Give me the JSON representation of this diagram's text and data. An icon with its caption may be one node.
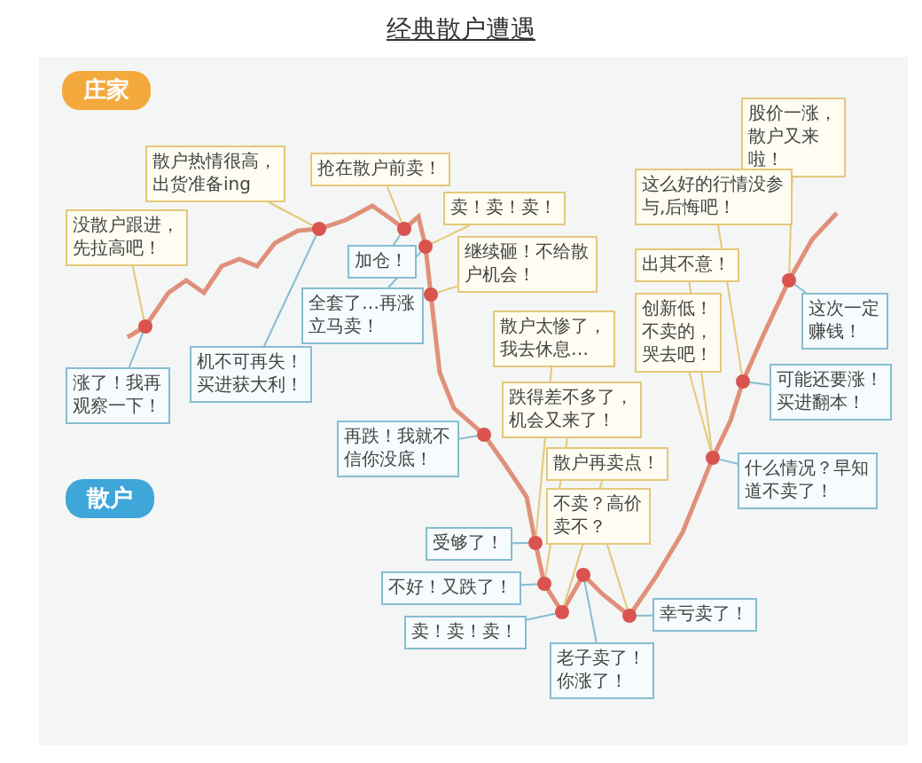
{
  "diagram": {
    "title": "经典散户遭遇",
    "nodes": [
      {
        "text": [
          "庄家"
        ]
      },
      {
        "text": [
          "股价一涨，散户又来啦！"
        ]
      },
      {
        "text": [
          "散户热情很高，出货准备ing"
        ]
      },
      {
        "text": [
          "抢在散户前卖！"
        ]
      },
      {
        "text": [
          "这么好的行情没参与,后悔吧！"
        ]
      },
      {
        "text": [
          "卖！卖！卖！"
        ]
      },
      {
        "text": [
          "没散户跟进，先拉高吧！"
        ]
      },
      {
        "text": [
          "继续砸！不给散户机会！"
        ]
      },
      {
        "text": [
          "加仓！"
        ]
      },
      {
        "text": [
          "出其不意！"
        ]
      },
      {
        "text": [
          "全套了…再涨立马卖！"
        ]
      },
      {
        "text": [
          "这次一定赚钱！"
        ]
      },
      {
        "text": [
          "创新低！不卖的，哭去吧！"
        ]
      },
      {
        "text": [
          "散户太惨了，我去休息…"
        ]
      },
      {
        "text": [
          "机不可再失！买进获大利！"
        ]
      },
      {
        "text": [
          "可能还要涨！买进翻本！"
        ]
      },
      {
        "text": [
          "涨了！我再观察一下！"
        ]
      },
      {
        "text": [
          "跌得差不多了，机会又来了！"
        ]
      },
      {
        "text": [
          "再跌！我就不信你没底！"
        ]
      },
      {
        "text": [
          "散户再卖点！"
        ]
      },
      {
        "text": [
          "什么情况？早知道不卖了！"
        ]
      },
      {
        "text": [
          "散户"
        ]
      },
      {
        "text": [
          "不卖？高价卖不？"
        ]
      },
      {
        "text": [
          "受够了！"
        ]
      },
      {
        "text": [
          "不好！又跌了！"
        ]
      },
      {
        "text": [
          "幸亏卖了！"
        ]
      },
      {
        "text": [
          "卖！卖！卖！"
        ]
      },
      {
        "text": [
          "老子卖了！你涨了！"
        ]
      },
      {
        "text": [],
        "shape": "circle"
      },
      {
        "text": [],
        "shape": "circle"
      },
      {
        "text": [],
        "shape": "circle"
      },
      {
        "text": [],
        "shape": "circle"
      },
      {
        "text": [],
        "shape": "circle"
      },
      {
        "text": [],
        "shape": "circle"
      },
      {
        "text": [],
        "shape": "circle"
      },
      {
        "text": [],
        "shape": "circle"
      },
      {
        "text": [],
        "shape": "circle"
      },
      {
        "text": [],
        "shape": "circle"
      },
      {
        "text": [],
        "shape": "circle"
      },
      {
        "text": [],
        "shape": "circle"
      },
      {
        "text": [],
        "shape": "circle"
      },
      {
        "text": [],
        "shape": "circle"
      }
    ],
    "edges": [
      {
        "from": 1,
        "to": 41,
        "arrow": "none"
      },
      {
        "from": 2,
        "to": 29,
        "arrow": "none"
      },
      {
        "from": 3,
        "to": 30,
        "arrow": "none"
      },
      {
        "from": 4,
        "to": 40,
        "arrow": "none"
      },
      {
        "from": 5,
        "to": 31,
        "arrow": "none"
      },
      {
        "from": 6,
        "to": 28,
        "arrow": "none"
      },
      {
        "from": 7,
        "to": 32,
        "arrow": "none"
      },
      {
        "from": 8,
        "to": 30,
        "arrow": "none",
        "color": "#86bdd0"
      },
      {
        "from": 9,
        "to": 39,
        "arrow": "none"
      },
      {
        "from": 10,
        "to": 31,
        "arrow": "none",
        "color": "#86bdd0"
      },
      {
        "from": 11,
        "to": 41,
        "arrow": "none",
        "color": "#86bdd0"
      },
      {
        "from": 12,
        "to": 39,
        "arrow": "none"
      },
      {
        "from": 13,
        "to": 34,
        "arrow": "none"
      },
      {
        "from": 14,
        "to": 29,
        "arrow": "none",
        "color": "#86bdd0"
      },
      {
        "from": 15,
        "to": 40,
        "arrow": "none",
        "color": "#86bdd0"
      },
      {
        "from": 16,
        "to": 28,
        "arrow": "none",
        "color": "#86bdd0"
      },
      {
        "from": 17,
        "to": 35,
        "arrow": "none"
      },
      {
        "from": 18,
        "to": 33,
        "arrow": "none",
        "color": "#86bdd0"
      },
      {
        "from": 19,
        "to": 36,
        "arrow": "none"
      },
      {
        "from": 20,
        "to": 39,
        "arrow": "none",
        "color": "#86bdd0"
      },
      {
        "from": 22,
        "to": 38,
        "arrow": "none"
      },
      {
        "from": 23,
        "to": 34,
        "arrow": "none",
        "color": "#86bdd0"
      },
      {
        "from": 24,
        "to": 35,
        "arrow": "none",
        "color": "#86bdd0"
      },
      {
        "from": 25,
        "to": 38,
        "arrow": "none",
        "color": "#86bdd0"
      },
      {
        "from": 26,
        "to": 36,
        "arrow": "none",
        "color": "#86bdd0"
      },
      {
        "from": 27,
        "to": 37,
        "arrow": "none",
        "color": "#86bdd0"
      }
    ]
  }
}
